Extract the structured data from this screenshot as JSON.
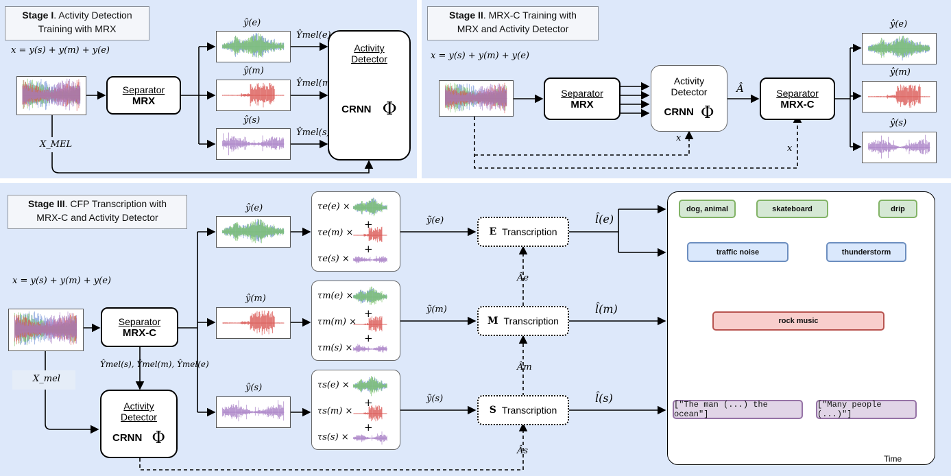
{
  "stage1": {
    "title_bold": "Stage I",
    "title_rest": ". Activity Detection",
    "title_line2": "Training with MRX",
    "mix_formula": "x = y(s) + y(m) + y(e)",
    "separator_label": "Separator",
    "separator_model": "MRX",
    "detector_label_1": "Activity",
    "detector_label_2": "Detector",
    "detector_crnn": "CRNN",
    "phi": "Φ",
    "xmel": "X_MEL",
    "y_e": "ŷ(e)",
    "y_m": "ŷ(m)",
    "y_s": "ŷ(s)",
    "Y_e": "Ŷmel(e)",
    "Y_m": "Ŷmel(m)",
    "Y_s": "Ŷmel(s)"
  },
  "stage2": {
    "title_bold": "Stage II",
    "title_rest": ". MRX-C Training with",
    "title_line2": "MRX and Activity Detector",
    "mix_formula": "x = y(s) + y(m) + y(e)",
    "separator_label": "Separator",
    "separator_model": "MRX",
    "detector_label_1": "Activity",
    "detector_label_2": "Detector",
    "detector_crnn": "CRNN",
    "phi": "Φ",
    "a_hat": "Â",
    "separator2_label": "Separator",
    "separator2_model": "MRX-C",
    "x1": "x",
    "x2": "x",
    "y_e": "ŷ(e)",
    "y_m": "ŷ(m)",
    "y_s": "ŷ(s)"
  },
  "stage3": {
    "title_bold": "Stage III",
    "title_rest": ". CFP Transcription with",
    "title_line2": "MRX-C and Activity Detector",
    "mix_formula": "x = y(s) + y(m) + y(e)",
    "separator_label": "Separator",
    "separator_model": "MRX-C",
    "xmel": "X_mel",
    "Y_all": "Ŷmel(s), Ŷmel(m), Ŷmel(e)",
    "detector_label_1": "Activity",
    "detector_label_2": "Detector",
    "detector_crnn": "CRNN",
    "phi": "Φ",
    "y_e": "ŷ(e)",
    "y_m": "ŷ(m)",
    "y_s": "ŷ(s)",
    "tau_e": [
      "τe(e) ×",
      "τe(m) ×",
      "τe(s) ×"
    ],
    "tau_m": [
      "τm(e) ×",
      "τm(m) ×",
      "τm(s) ×"
    ],
    "tau_s": [
      "τs(e) ×",
      "τs(m) ×",
      "τs(s) ×"
    ],
    "plus": "+",
    "ytilde_e": "ỹ(e)",
    "ytilde_m": "ỹ(m)",
    "ytilde_s": "ỹ(s)",
    "trans_e_letter": "E",
    "trans_m_letter": "M",
    "trans_s_letter": "S",
    "transcription": "Transcription",
    "A_e": "Âe",
    "A_m": "Âm",
    "A_s": "Âs",
    "l_e": "l̂(e)",
    "l_m": "l̂(m)",
    "l_s": "l̂(s)"
  },
  "timeline": {
    "tags_green": [
      "dog, animal",
      "skateboard",
      "drip"
    ],
    "tags_blue": [
      "traffic noise",
      "thunderstorm"
    ],
    "tag_red": "rock music",
    "tags_purple": [
      "[\"The man (...) the ocean\"]",
      "[\"Many people (...)\"]"
    ],
    "time_label": "Time"
  },
  "colors": {
    "panel_bg": "#dde8fa",
    "green_wave": "#7cc46a",
    "red_wave": "#d9534f",
    "purple_wave": "#a57bc4",
    "blue_wave": "#6f8fd6"
  }
}
